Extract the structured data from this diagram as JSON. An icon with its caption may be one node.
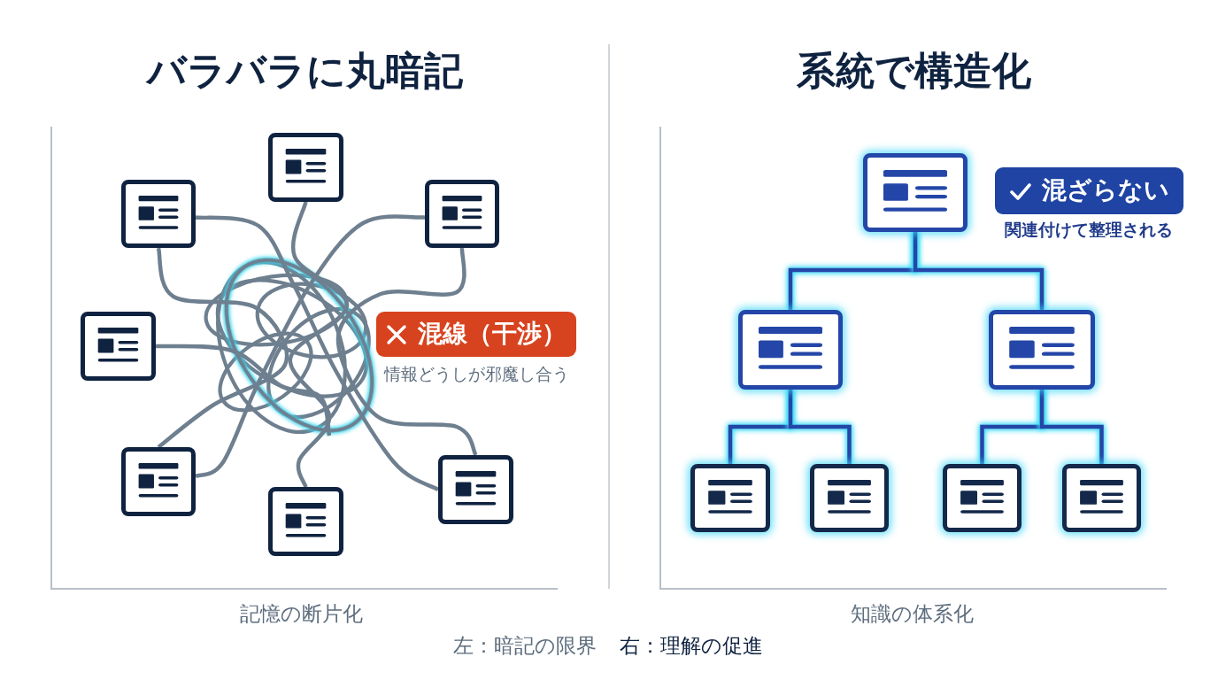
{
  "diagram": {
    "nodes": [
      {
        "text": [],
        "shape": "document"
      },
      {
        "text": [],
        "shape": "document"
      },
      {
        "text": [],
        "shape": "document"
      },
      {
        "text": [],
        "shape": "document"
      },
      {
        "text": [
          "混線（干渉）"
        ],
        "beside": [
          "情報どうしが邪魔し合う"
        ]
      },
      {
        "text": [],
        "shape": "document"
      },
      {
        "text": [],
        "shape": "document"
      },
      {
        "text": [],
        "shape": "document"
      },
      {
        "text": [],
        "shape": "document"
      },
      {
        "text": [
          "混ざらない"
        ],
        "beside": [
          "関連付けて整理される"
        ]
      },
      {
        "text": [],
        "shape": "document"
      },
      {
        "text": [],
        "shape": "document"
      },
      {
        "text": [],
        "shape": "document"
      },
      {
        "text": [],
        "shape": "document"
      },
      {
        "text": [],
        "shape": "document"
      },
      {
        "text": [],
        "shape": "document"
      }
    ],
    "edges": [
      {
        "from": 0,
        "to": 7,
        "arrow": "none",
        "color": "#6e7f8f"
      },
      {
        "from": 1,
        "to": 6,
        "arrow": "none",
        "color": "#6e7f8f"
      },
      {
        "from": 2,
        "to": 5,
        "arrow": "none",
        "color": "#6e7f8f"
      },
      {
        "from": 1,
        "to": 5,
        "arrow": "none",
        "color": "#6e7f8f"
      },
      {
        "from": 2,
        "to": 6,
        "arrow": "none",
        "color": "#6e7f8f"
      },
      {
        "from": 3,
        "to": null,
        "arrow": "none",
        "color": "#6e7f8f"
      },
      {
        "from": 8,
        "to": 10,
        "arrow": "none",
        "color": "#2446a8"
      },
      {
        "from": 8,
        "to": 11,
        "arrow": "none",
        "color": "#2446a8"
      },
      {
        "from": 10,
        "to": 12,
        "arrow": "none",
        "color": "#2446a8"
      },
      {
        "from": 10,
        "to": 13,
        "arrow": "none",
        "color": "#2446a8"
      },
      {
        "from": 11,
        "to": 14,
        "arrow": "none",
        "color": "#2446a8"
      },
      {
        "from": 11,
        "to": 15,
        "arrow": "none",
        "color": "#2446a8"
      }
    ],
    "labels": [
      "バラバラに丸暗記",
      "系統で構造化",
      "記憶の断片化",
      "知識の体系化",
      "左：暗記の限界",
      "右：理解の促進"
    ]
  }
}
